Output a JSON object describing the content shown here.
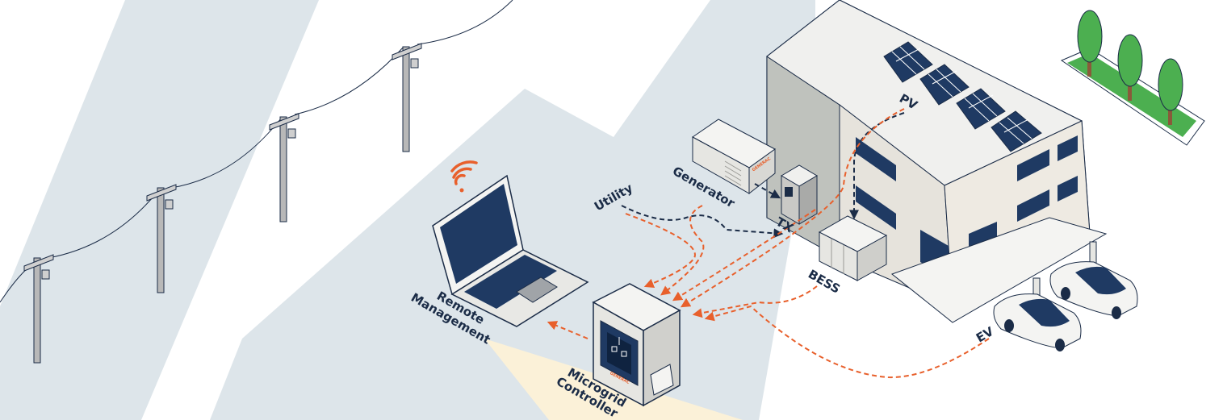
{
  "labels": {
    "utility": "Utility",
    "generator": "Generator",
    "tx": "TX",
    "pv": "PV",
    "bess": "BESS",
    "ev": "EV",
    "remote_line1": "Remote",
    "remote_line2": "Management",
    "controller_line1": "Microgrid",
    "controller_line2": "Controller"
  },
  "brand": {
    "generator_logo": "GENERAC",
    "controller_logo": "GENERAC"
  },
  "colors": {
    "background_band": "#dde5ea",
    "accent_orange": "#e8602c",
    "navy": "#1b2c47",
    "panel_blue": "#1f3a63",
    "tree_green": "#4caf50"
  },
  "icons": {
    "wifi": "wifi-signal-icon",
    "utility_poles": "utility-pole-icon",
    "laptop": "laptop-icon",
    "controller": "microgrid-controller-icon",
    "generator": "generator-icon",
    "transformer": "transformer-icon",
    "battery": "battery-storage-icon",
    "solar": "solar-panel-icon",
    "building": "building-icon",
    "car": "electric-car-icon",
    "charger": "ev-charger-icon",
    "tree": "tree-icon"
  }
}
